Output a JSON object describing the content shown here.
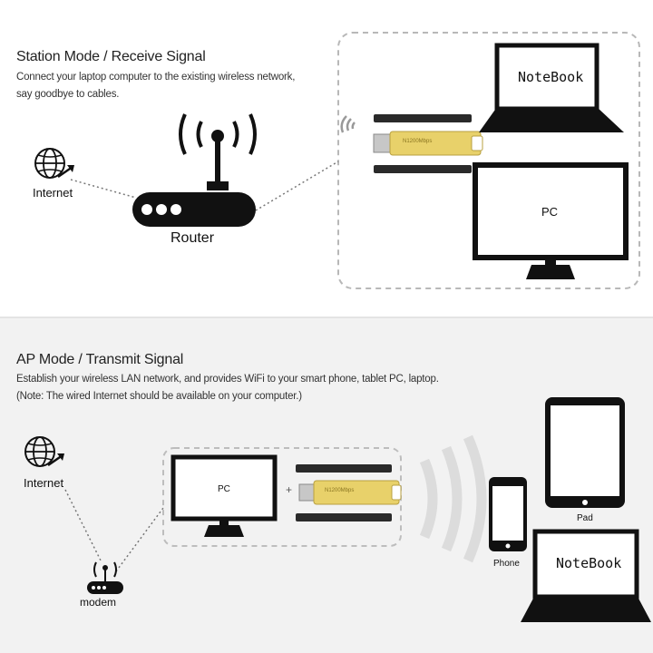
{
  "station": {
    "title": "Station Mode / Receive Signal",
    "description_lines": [
      "Connect your laptop computer to the existing wireless network,",
      "say goodbye to cables."
    ],
    "internet_label": "Internet",
    "router_label": "Router",
    "notebook_label": "NoteBook",
    "pc_label": "PC",
    "adapter_brand": "N1200Mbps"
  },
  "ap": {
    "title": "AP Mode / Transmit Signal",
    "description_lines": [
      "Establish your wireless LAN network, and provides WiFi to your smart phone, tablet PC, laptop.",
      "(Note: The wired Internet should be available on your computer.)"
    ],
    "internet_label": "Internet",
    "modem_label": "modem",
    "pc_label": "PC",
    "plus_sign": "+",
    "adapter_brand": "N1200Mbps",
    "pad_label": "Pad",
    "phone_label": "Phone",
    "notebook_label": "NoteBook"
  },
  "colors": {
    "ink": "#111111",
    "adapter_yellow": "#e8d16a",
    "dash": "#b8b8b8",
    "panel_bg": "#f2f2f2"
  }
}
